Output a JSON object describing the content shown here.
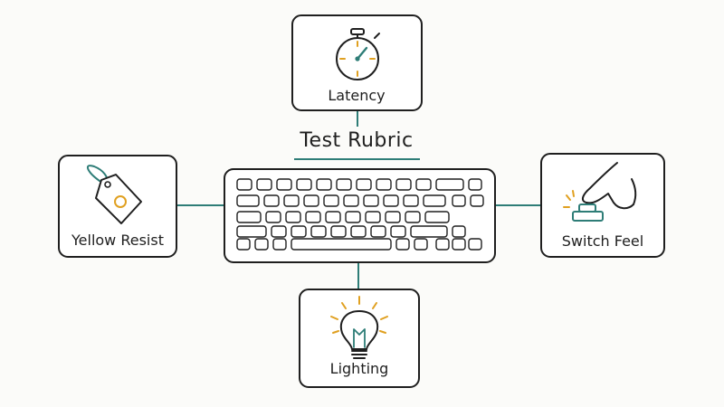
{
  "diagram": {
    "title": "Test Rubric",
    "center": {
      "name": "keyboard"
    },
    "nodes": [
      {
        "id": "latency",
        "label": "Latency",
        "icon": "stopwatch-icon"
      },
      {
        "id": "yellow-resist",
        "label": "Yellow Resist",
        "icon": "price-tag-icon"
      },
      {
        "id": "switch-feel",
        "label": "Switch Feel",
        "icon": "finger-press-switch-icon"
      },
      {
        "id": "lighting",
        "label": "Lighting",
        "icon": "light-bulb-icon"
      }
    ]
  },
  "colors": {
    "ink": "#1f1f1f",
    "accent": "#2e7d77",
    "highlight": "#e0a020",
    "background": "#fbfbf9"
  }
}
